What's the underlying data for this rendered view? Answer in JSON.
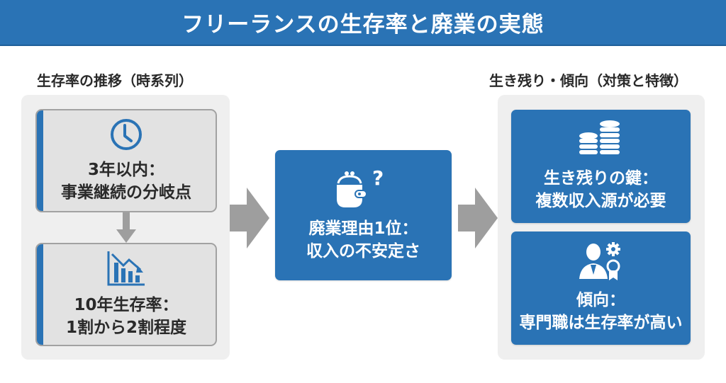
{
  "header": {
    "title": "フリーランスの生存率と廃業の実態"
  },
  "left": {
    "label": "生存率の推移（時系列）",
    "cards": [
      {
        "icon": "clock-icon",
        "line1": "3年以内：",
        "line2": "事業継続の分岐点"
      },
      {
        "icon": "declining-chart-icon",
        "line1": "10年生存率：",
        "line2": "1割から2割程度"
      }
    ]
  },
  "center": {
    "icon": "purse-question-icon",
    "line1": "廃業理由1位：",
    "line2": "収入の不安定さ"
  },
  "right": {
    "label": "生き残り・傾向（対策と特徴）",
    "cards": [
      {
        "icon": "coin-stacks-icon",
        "line1": "生き残りの鍵：",
        "line2": "複数収入源が必要"
      },
      {
        "icon": "professional-badge-icon",
        "line1": "傾向：",
        "line2": "専門職は生存率が高い"
      }
    ]
  },
  "colors": {
    "brand_blue": "#2a73b5",
    "arrow_gray": "#9e9e9e",
    "panel_gray": "#efefef"
  }
}
